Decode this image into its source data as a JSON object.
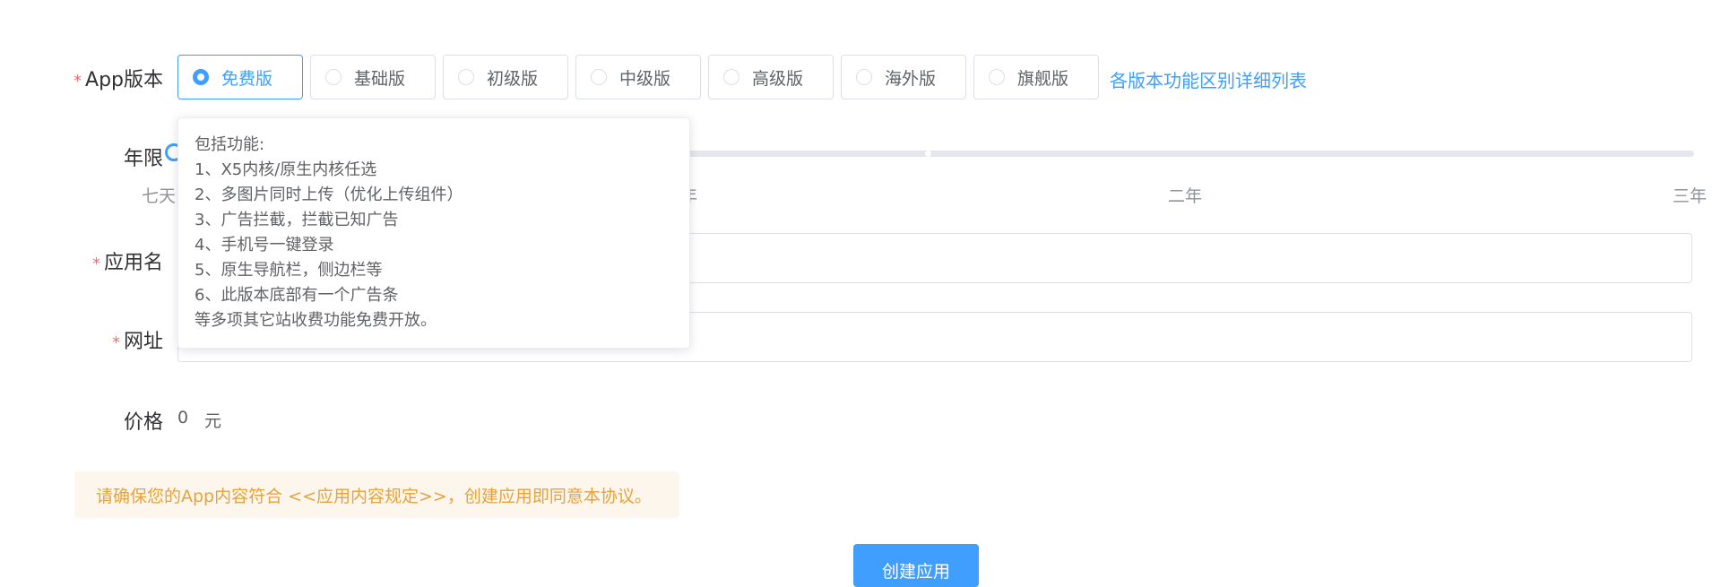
{
  "form": {
    "app_version_label": "App版本",
    "required_mark": "*",
    "versions": [
      {
        "label": "免费版",
        "selected": true
      },
      {
        "label": "基础版",
        "selected": false
      },
      {
        "label": "初级版",
        "selected": false
      },
      {
        "label": "中级版",
        "selected": false
      },
      {
        "label": "高级版",
        "selected": false
      },
      {
        "label": "海外版",
        "selected": false
      },
      {
        "label": "旗舰版",
        "selected": false
      }
    ],
    "version_compare_link": "各版本功能区别详细列表",
    "period_label": "年限",
    "period_marks": [
      "七天",
      "一年",
      "二年",
      "三年"
    ],
    "app_name_label": "应用名",
    "app_name_value": "",
    "url_label": "网址",
    "url_value": "",
    "price_label": "价格",
    "price_value": "0",
    "price_unit": "元"
  },
  "tooltip": {
    "lines": [
      "包括功能:",
      "1、X5内核/原生内核任选",
      "2、多图片同时上传（优化上传组件）",
      "3、广告拦截，拦截已知广告",
      "4、手机号一键登录",
      "5、原生导航栏，侧边栏等",
      "6、此版本底部有一个广告条",
      "等多项其它站收费功能免费开放。"
    ]
  },
  "notice": "请确保您的App内容符合 <<应用内容规定>>，创建应用即同意本协议。",
  "submit_button": "创建应用",
  "colors": {
    "primary": "#409eff",
    "required": "#f56c6c",
    "warning_text": "#e6a23c",
    "warning_bg": "#fdf6ec"
  }
}
